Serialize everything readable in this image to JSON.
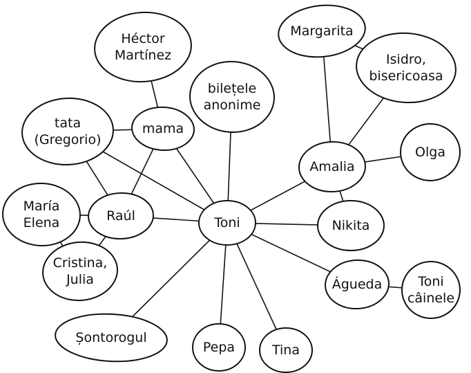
{
  "colors": {
    "ink": "#111111",
    "paper": "#ffffff"
  },
  "nodes": [
    {
      "id": "hector",
      "lines": [
        "Héctor",
        "Martínez"
      ]
    },
    {
      "id": "biletele",
      "lines": [
        "bilețele",
        "anonime"
      ]
    },
    {
      "id": "margarita",
      "lines": [
        "Margarita"
      ]
    },
    {
      "id": "isidro",
      "lines": [
        "Isidro,",
        "bisericoasa"
      ]
    },
    {
      "id": "tata",
      "lines": [
        "tata",
        "(Gregorio)"
      ]
    },
    {
      "id": "mama",
      "lines": [
        "mama"
      ]
    },
    {
      "id": "olga",
      "lines": [
        "Olga"
      ]
    },
    {
      "id": "amalia",
      "lines": [
        "Amalia"
      ]
    },
    {
      "id": "maria",
      "lines": [
        "María",
        "Elena"
      ]
    },
    {
      "id": "raul",
      "lines": [
        "Raúl"
      ]
    },
    {
      "id": "toni",
      "lines": [
        "Toni"
      ]
    },
    {
      "id": "nikita",
      "lines": [
        "Nikita"
      ]
    },
    {
      "id": "cristina",
      "lines": [
        "Cristina,",
        "Julia"
      ]
    },
    {
      "id": "agueda",
      "lines": [
        "Águeda"
      ]
    },
    {
      "id": "toni-caine",
      "lines": [
        "Toni",
        "câinele"
      ]
    },
    {
      "id": "sontorogul",
      "lines": [
        "Șontorogul"
      ]
    },
    {
      "id": "pepa",
      "lines": [
        "Pepa"
      ]
    },
    {
      "id": "tina",
      "lines": [
        "Tina"
      ]
    }
  ],
  "edges": [
    [
      "hector",
      "mama"
    ],
    [
      "tata",
      "mama"
    ],
    [
      "tata",
      "raul"
    ],
    [
      "tata",
      "toni"
    ],
    [
      "mama",
      "raul"
    ],
    [
      "mama",
      "toni"
    ],
    [
      "maria",
      "raul"
    ],
    [
      "maria",
      "cristina"
    ],
    [
      "raul",
      "cristina"
    ],
    [
      "raul",
      "toni"
    ],
    [
      "biletele",
      "toni"
    ],
    [
      "margarita",
      "isidro"
    ],
    [
      "margarita",
      "amalia"
    ],
    [
      "isidro",
      "amalia"
    ],
    [
      "amalia",
      "olga"
    ],
    [
      "amalia",
      "nikita"
    ],
    [
      "amalia",
      "toni"
    ],
    [
      "toni",
      "nikita"
    ],
    [
      "toni",
      "agueda"
    ],
    [
      "agueda",
      "toni-caine"
    ],
    [
      "toni",
      "sontorogul"
    ],
    [
      "toni",
      "pepa"
    ],
    [
      "toni",
      "tina"
    ]
  ]
}
